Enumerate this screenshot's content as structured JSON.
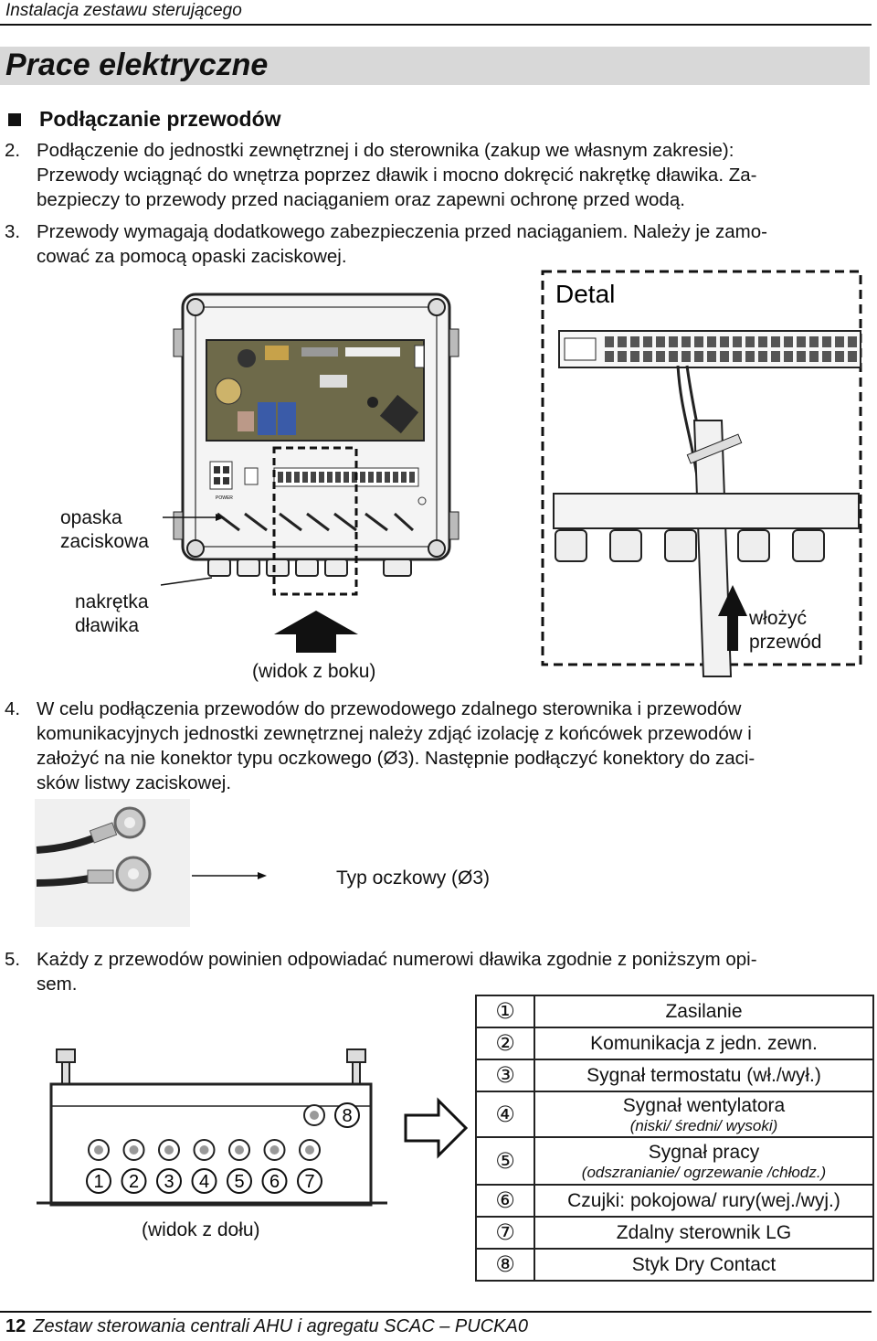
{
  "header": {
    "title": "Instalacja zestawu sterującego"
  },
  "section": {
    "title": "Prace elektryczne"
  },
  "subheading": "Podłączanie przewodów",
  "items": [
    {
      "num": "2.",
      "lines": [
        "Podłączenie do jednostki zewnętrznej i do sterownika (zakup we własnym zakresie):",
        "Przewody wciągnąć do wnętrza poprzez dławik i mocno dokręcić nakrętkę dławika. Za-",
        "bezpieczy to przewody przed naciąganiem oraz zapewni ochronę przed wodą."
      ]
    },
    {
      "num": "3.",
      "lines": [
        "Przewody wymagają dodatkowego zabezpieczenia przed naciąganiem. Należy je zamo-",
        "cować za pomocą opaski zaciskowej."
      ]
    },
    {
      "num": "4.",
      "lines": [
        "W celu podłączenia przewodów do przewodowego zdalnego sterownika i przewodów",
        "komunikacyjnych jednostki zewnętrznej należy zdjąć izolację z końcówek przewodów i",
        "założyć na nie konektor typu oczkowego (Ø3). Następnie podłączyć konektory do zaci-",
        "sków listwy zaciskowej."
      ]
    },
    {
      "num": "5.",
      "lines": [
        "Każdy z przewodów powinien odpowiadać numerowi dławika zgodnie z poniższym opi-",
        "sem."
      ]
    }
  ],
  "figure1": {
    "detail_label": "Detal",
    "label_clamp_1": "opaska",
    "label_clamp_2": "zaciskowa",
    "label_nut_1": "nakrętka",
    "label_nut_2": "dławika",
    "label_side_view": "(widok z boku)",
    "label_insert_1": "włożyć",
    "label_insert_2": "przewód",
    "pcb_power_label": "POWER"
  },
  "figure2": {
    "ring_label": "Typ oczkowy (Ø3)"
  },
  "figure3": {
    "bottom_view": "(widok z dołu)",
    "gland_numbers": [
      "1",
      "2",
      "3",
      "4",
      "5",
      "6",
      "7",
      "8"
    ]
  },
  "gland_table": [
    {
      "num": "①",
      "label": "Zasilanie",
      "sub": ""
    },
    {
      "num": "②",
      "label": "Komunikacja z jedn. zewn.",
      "sub": ""
    },
    {
      "num": "③",
      "label": "Sygnał termostatu (wł./wył.)",
      "sub": ""
    },
    {
      "num": "④",
      "label": "Sygnał wentylatora",
      "sub": "(niski/ średni/ wysoki)"
    },
    {
      "num": "⑤",
      "label": "Sygnał pracy",
      "sub": "(odszranianie/ ogrzewanie /chłodz.)"
    },
    {
      "num": "⑥",
      "label": "Czujki: pokojowa/ rury(wej./wyj.)",
      "sub": ""
    },
    {
      "num": "⑦",
      "label": "Zdalny sterownik LG",
      "sub": ""
    },
    {
      "num": "⑧",
      "label": "Styk Dry Contact",
      "sub": ""
    }
  ],
  "footer": {
    "page": "12",
    "text": "Zestaw sterowania centrali AHU i agregatu SCAC – PUCKA0"
  }
}
